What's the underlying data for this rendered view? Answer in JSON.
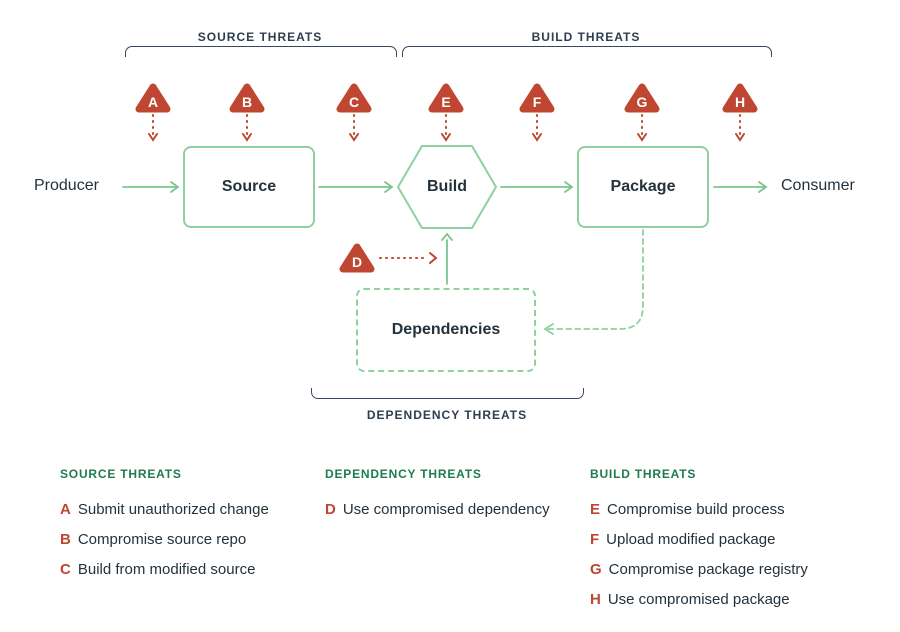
{
  "diagram": {
    "top_brackets": {
      "source": "SOURCE THREATS",
      "build": "BUILD THREATS"
    },
    "bottom_bracket": {
      "dependency": "DEPENDENCY THREATS"
    },
    "nodes": {
      "producer": "Producer",
      "source": "Source",
      "build": "Build",
      "package": "Package",
      "consumer": "Consumer",
      "dependencies": "Dependencies"
    },
    "threat_markers": [
      "A",
      "B",
      "C",
      "D",
      "E",
      "F",
      "G",
      "H"
    ]
  },
  "legend": {
    "columns": [
      {
        "heading": "SOURCE THREATS",
        "items": [
          {
            "letter": "A",
            "text": "Submit unauthorized change"
          },
          {
            "letter": "B",
            "text": "Compromise source repo"
          },
          {
            "letter": "C",
            "text": "Build from modified source"
          }
        ]
      },
      {
        "heading": "DEPENDENCY THREATS",
        "items": [
          {
            "letter": "D",
            "text": "Use compromised dependency"
          }
        ]
      },
      {
        "heading": "BUILD THREATS",
        "items": [
          {
            "letter": "E",
            "text": "Compromise build process"
          },
          {
            "letter": "F",
            "text": "Upload modified package"
          },
          {
            "letter": "G",
            "text": "Compromise package registry"
          },
          {
            "letter": "H",
            "text": "Use compromised package"
          }
        ]
      }
    ]
  },
  "colors": {
    "threat_red": "#bf4732",
    "node_border_green": "#8fd0a0",
    "arrow_green": "#7cc68e",
    "legend_heading_green": "#1e7b50",
    "text_navy": "#24323c"
  }
}
